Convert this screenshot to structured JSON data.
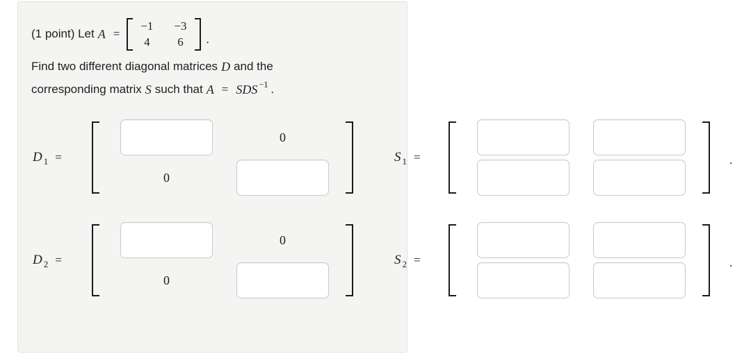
{
  "colors": {
    "panel_bg": "#f4f4f3",
    "panel_border": "#e2e2e0",
    "input_border": "#c9c9c9",
    "text": "#212121",
    "bracket": "#1b1b1b"
  },
  "problem": {
    "intro": "(1 point) Let",
    "A_var": "A",
    "equals": "=",
    "matrix_A": {
      "r1c1": "−1",
      "r1c2": "−3",
      "r2c1": "4",
      "r2c2": "6"
    },
    "matrix_A_period": ".",
    "line2_pre": "Find two different diagonal matrices",
    "line2_D": "D",
    "line2_post": "and the",
    "line3_pre": "corresponding matrix",
    "line3_S": "S",
    "line3_mid": "such that",
    "line3_A": "A",
    "line3_eq": "=",
    "line3_SDS": "SDS",
    "line3_sup": "−1",
    "line3_period": "."
  },
  "rows": {
    "D1": {
      "varname": "D",
      "sub": "1",
      "eq": "=",
      "zero_r1c2": "0",
      "zero_r2c1": "0",
      "input_r1c1": "",
      "input_r2c2": ""
    },
    "S1": {
      "varname": "S",
      "sub": "1",
      "eq": "=",
      "input_r1c1": "",
      "input_r1c2": "",
      "input_r2c1": "",
      "input_r2c2": "",
      "period": "."
    },
    "D2": {
      "varname": "D",
      "sub": "2",
      "eq": "=",
      "zero_r1c2": "0",
      "zero_r2c1": "0",
      "input_r1c1": "",
      "input_r2c2": ""
    },
    "S2": {
      "varname": "S",
      "sub": "2",
      "eq": "=",
      "input_r1c1": "",
      "input_r1c2": "",
      "input_r2c1": "",
      "input_r2c2": "",
      "period": "."
    }
  }
}
